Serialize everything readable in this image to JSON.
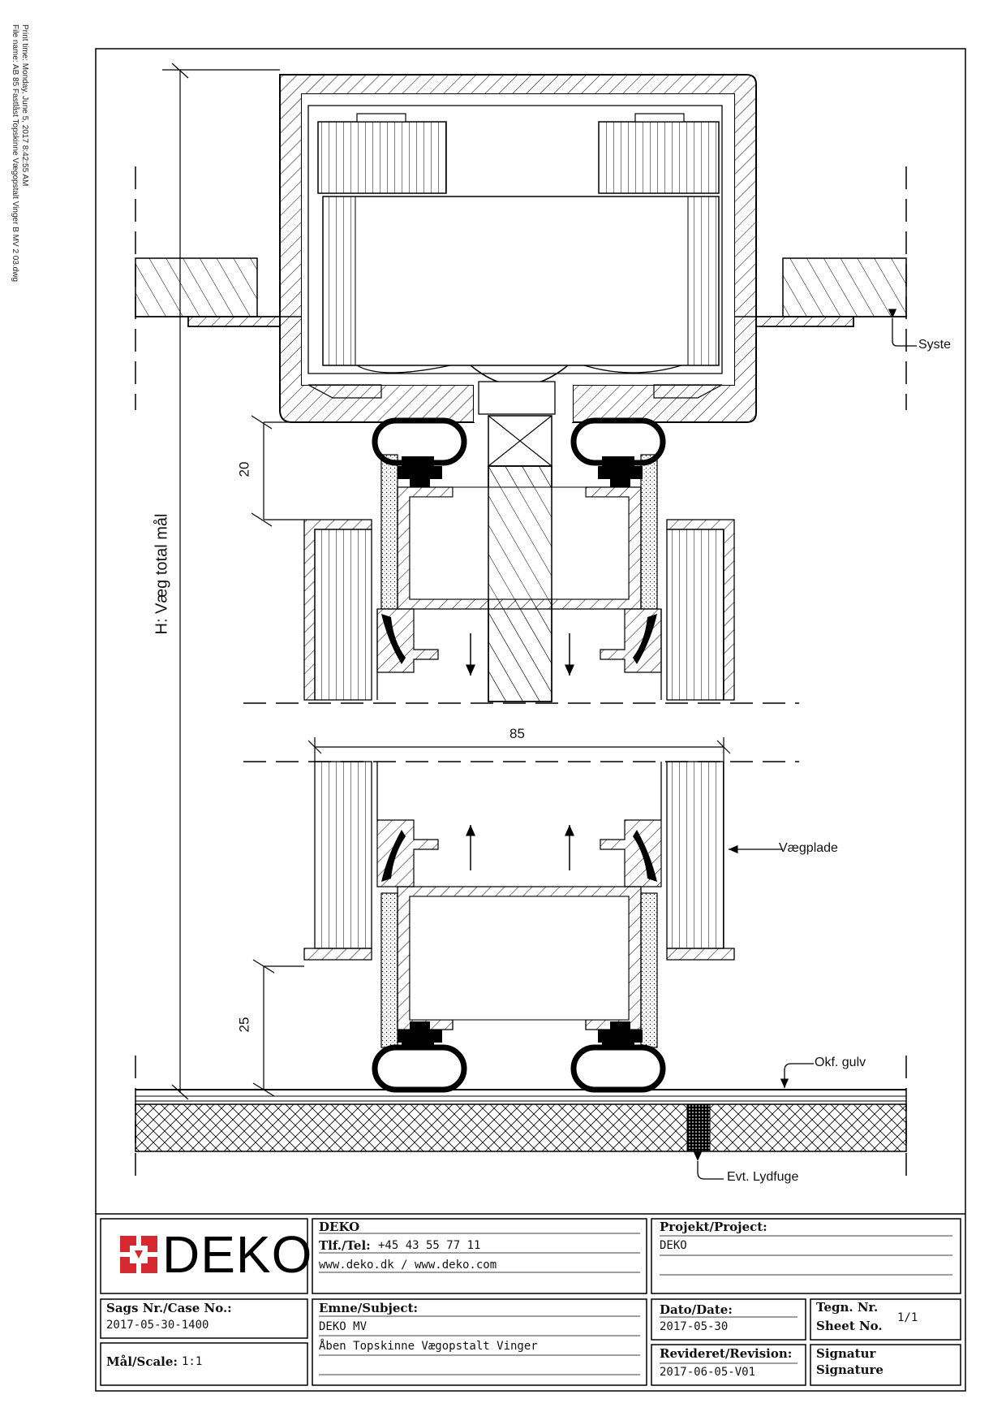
{
  "print_info": {
    "line1": "Print time: Monday, June 5, 2017 8:42:55 AM",
    "line2": "File name: AB 85 Fastlåst Topskinne Vægopstalt Vinger B MV 2 03.dwg"
  },
  "drawing": {
    "dimension_total": "H: Væg total mål",
    "dimension_top": "20",
    "dimension_bottom": "25",
    "dimension_width": "85",
    "label_system": "Syste",
    "label_wallpanel": "Vægplade",
    "label_floor": "Okf. gulv",
    "label_acoustic_joint": "Evt. Lydfuge"
  },
  "title_block": {
    "logo_text": "DEKO",
    "company_name": "DEKO",
    "phone_label": "Tlf./Tel:",
    "phone_value": "+45 43 55 77 11",
    "website": "www.deko.dk / www.deko.com",
    "project_label": "Projekt/Project:",
    "project_value": "DEKO",
    "case_label": "Sags Nr./Case No.:",
    "case_value": "2017-05-30-1400",
    "subject_label": "Emne/Subject:",
    "subject_line1": "DEKO MV",
    "subject_line2": "Åben Topskinne Vægopstalt Vinger",
    "date_label": "Dato/Date:",
    "date_value": "2017-05-30",
    "sheet_label_1": "Tegn. Nr.",
    "sheet_label_2": "Sheet No.",
    "sheet_value": "1/1",
    "scale_label": "Mål/Scale:",
    "scale_value": "1:1",
    "revision_label": "Revideret/Revision:",
    "revision_value": "2017-06-05-V01",
    "signature_label_1": "Signatur",
    "signature_label_2": "Signature"
  },
  "colors": {
    "line": "#000000",
    "logo_red": "#d7282f",
    "paper": "#ffffff"
  }
}
